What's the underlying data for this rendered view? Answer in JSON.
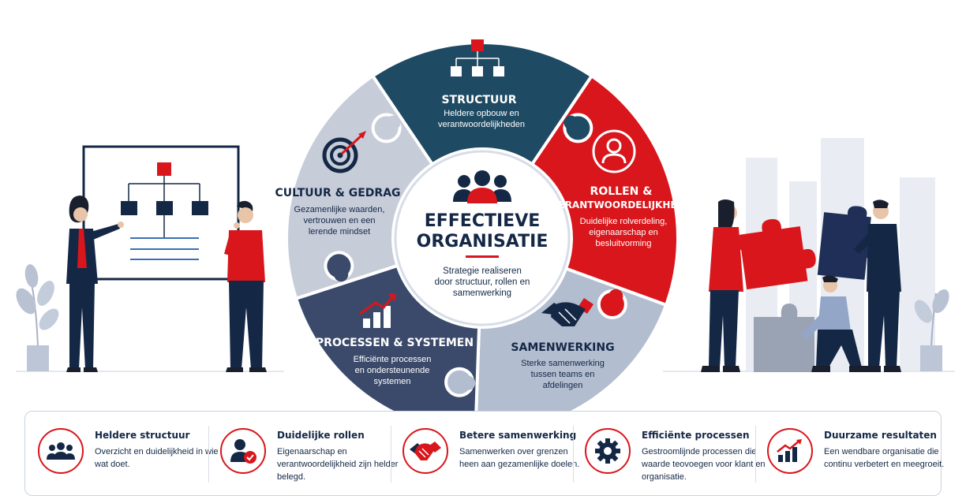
{
  "center": {
    "title_line1": "EFFECTIEVE",
    "title_line2": "ORGANISATIE",
    "text_line1": "Strategie realiseren",
    "text_line2": "door structuur, rollen en",
    "text_line3": "samenwerking"
  },
  "segments": {
    "structuur": {
      "title": "STRUCTUUR",
      "line1": "Heldere opbouw en",
      "line2": "verantwoordelijkheden",
      "icon": "org-chart-icon"
    },
    "rollen": {
      "title1": "ROLLEN &",
      "title2": "VERANTWOORDELIJKHEDEN",
      "line1": "Duidelijke rolverdeling,",
      "line2": "eigenaarschap en",
      "line3": "besluitvorming",
      "icon": "person-icon"
    },
    "samenwerking": {
      "title": "SAMENWERKING",
      "line1": "Sterke samenwerking",
      "line2": "tussen teams en",
      "line3": "afdelingen",
      "icon": "handshake-icon"
    },
    "processen": {
      "title": "PROCESSEN & SYSTEMEN",
      "line1": "Efficiënte processen",
      "line2": "en ondersteunende",
      "line3": "systemen",
      "icon": "growth-chart-icon"
    },
    "cultuur": {
      "title": "CULTUUR & GEDRAG",
      "line1": "Gezamenlijke waarden,",
      "line2": "vertrouwen en een",
      "line3": "lerende mindset",
      "icon": "target-icon"
    }
  },
  "cards": [
    {
      "title": "Heldere structuur",
      "text": "Overzicht en duidelijkheid in wie wat doet.",
      "icon": "team-icon"
    },
    {
      "title": "Duidelijke rollen",
      "text": "Eigenaarschap en verantwoordelijkheid zijn helder belegd.",
      "icon": "user-check-icon"
    },
    {
      "title": "Betere samenwerking",
      "text": "Samenwerken over grenzen heen aan gezamenlijke doelen.",
      "icon": "handshake-icon"
    },
    {
      "title": "Efficiënte processen",
      "text": "Gestroomlijnde processen die waarde teovoegen voor klant en organisatie.",
      "icon": "gear-icon"
    },
    {
      "title": "Duurzame resultaten",
      "text": "Een wendbare organisatie die continu verbetert en meegroeit.",
      "icon": "bar-chart-icon"
    }
  ],
  "colors": {
    "navy": "#142846",
    "teal": "#1f4a63",
    "red": "#d8161b",
    "slate": "#3b4a6b",
    "gray_light": "#c7ccd9",
    "gray_mid": "#b3bdd0"
  }
}
